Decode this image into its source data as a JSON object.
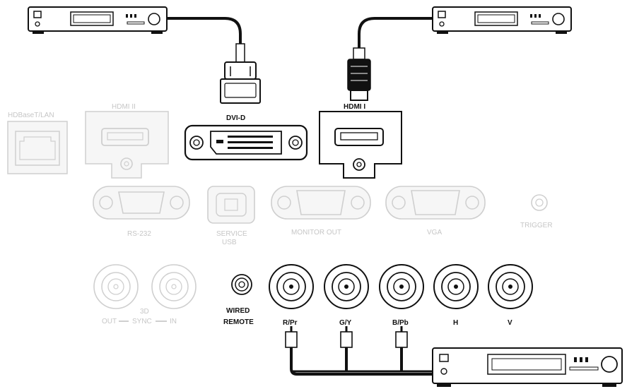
{
  "ports": {
    "hdbaset_lan": "HDBaseT/LAN",
    "hdmi2": "HDMI II",
    "dvi_d": "DVI-D",
    "hdmi1": "HDMI I",
    "rs232": "RS-232",
    "service_usb_line1": "SERVICE",
    "service_usb_line2": "USB",
    "monitor_out": "MONITOR OUT",
    "vga": "VGA",
    "trigger": "TRIGGER",
    "sync_3d": "3D",
    "sync_out": "OUT",
    "sync_word": "SYNC",
    "sync_in": "IN",
    "wired_remote_line1": "WIRED",
    "wired_remote_line2": "REMOTE",
    "bnc_rpr": "R/Pr",
    "bnc_gy": "G/Y",
    "bnc_bpb": "B/Pb",
    "bnc_h": "H",
    "bnc_v": "V"
  },
  "colors": {
    "active": "#111111",
    "inactive": "#cfcfcf",
    "cable": "#111111"
  }
}
